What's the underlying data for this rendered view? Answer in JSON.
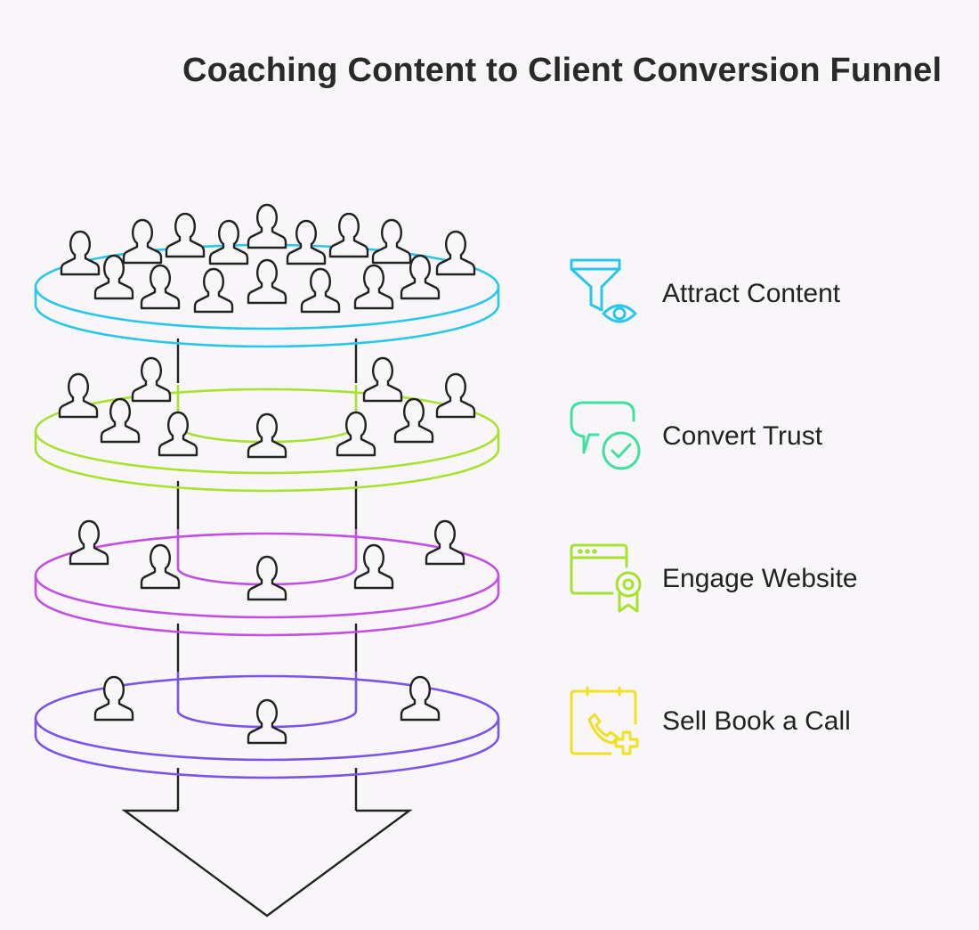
{
  "title": "Coaching Content to Client Conversion Funnel",
  "colors": {
    "stage1": "#29c6ec",
    "stage2": "#a6e22e",
    "stage3": "#c24ee4",
    "stage4": "#7b52ea",
    "icon1": "#29c6ec",
    "icon2": "#3fe0a0",
    "icon3": "#a6e22e",
    "icon4": "#f0e020",
    "outline": "#222222"
  },
  "stages": [
    {
      "label": "Attract Content",
      "icon": "funnel-eye-icon"
    },
    {
      "label": "Convert Trust",
      "icon": "chat-check-icon"
    },
    {
      "label": "Engage Website",
      "icon": "browser-badge-icon"
    },
    {
      "label": "Sell Book a Call",
      "icon": "calendar-phone-icon"
    }
  ]
}
